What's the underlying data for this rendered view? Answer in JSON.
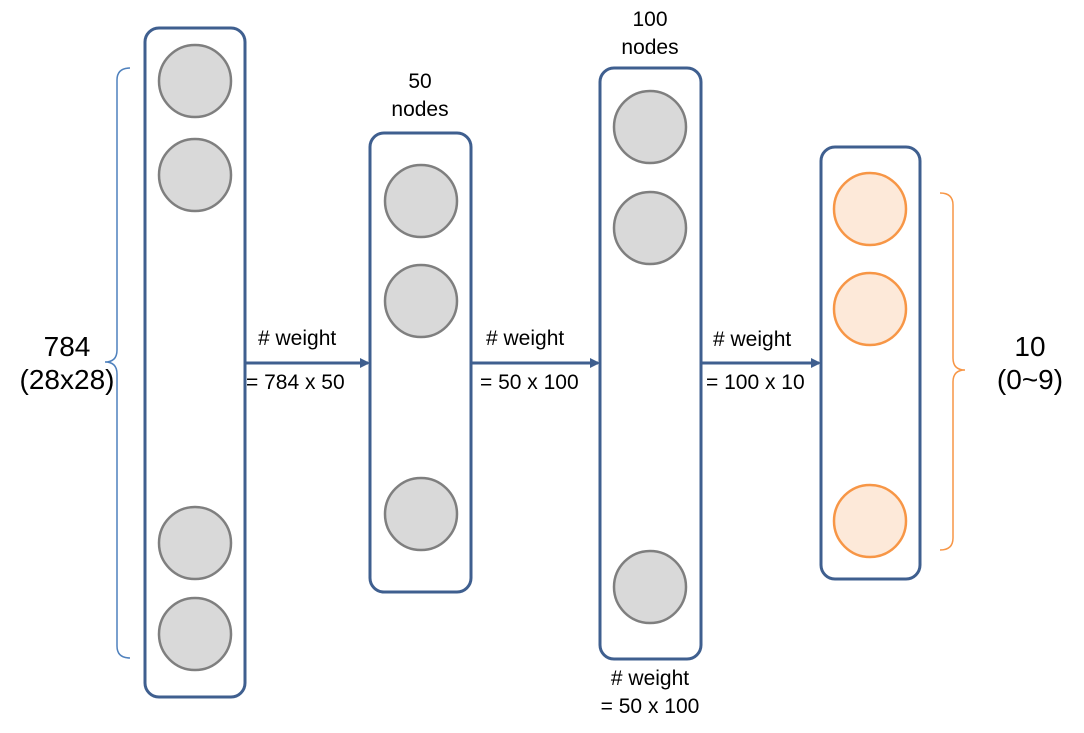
{
  "colors": {
    "layer_border": "#3f5f8f",
    "hidden_node_fill": "#d9d9d9",
    "hidden_node_stroke": "#7f7f7f",
    "output_node_fill": "#fde9d9",
    "output_node_stroke": "#f79646",
    "input_brace": "#4f81bd",
    "output_brace": "#f79646",
    "arrow": "#3f5f8f"
  },
  "input": {
    "count": "784",
    "shape": "(28x28)"
  },
  "hidden1": {
    "count_label": "50",
    "nodes_label": "nodes"
  },
  "hidden2": {
    "count_label": "100",
    "nodes_label": "nodes",
    "bottom_weight_label": "# weight",
    "bottom_weight_value": "= 50 x 100"
  },
  "output": {
    "count": "10",
    "range": "(0~9)"
  },
  "connections": [
    {
      "label": "# weight",
      "value": "= 784 x 50"
    },
    {
      "label": "# weight",
      "value": "= 50 x 100"
    },
    {
      "label": "# weight",
      "value": "= 100 x 10"
    }
  ]
}
